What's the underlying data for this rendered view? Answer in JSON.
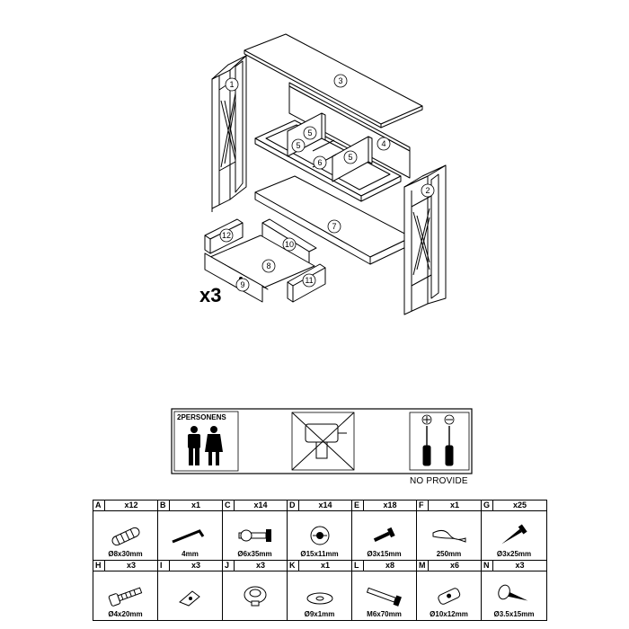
{
  "assembly": {
    "part_labels": [
      "1",
      "2",
      "3",
      "4",
      "5",
      "5",
      "5",
      "6",
      "7",
      "8",
      "9",
      "10",
      "11",
      "12"
    ],
    "drawer_quantity": "x3"
  },
  "requirements": {
    "persons_label": "2PERSONENS",
    "tools_note": "NO PROVIDE"
  },
  "hardware": [
    {
      "letter": "A",
      "count": "x12",
      "size": "Ø8x30mm",
      "icon": "dowel-icon"
    },
    {
      "letter": "B",
      "count": "x1",
      "size": "4mm",
      "icon": "allen-key-icon"
    },
    {
      "letter": "C",
      "count": "x14",
      "size": "Ø6x35mm",
      "icon": "cam-bolt-icon"
    },
    {
      "letter": "D",
      "count": "x14",
      "size": "Ø15x11mm",
      "icon": "cam-lock-icon"
    },
    {
      "letter": "E",
      "count": "x18",
      "size": "Ø3x15mm",
      "icon": "small-screw-icon"
    },
    {
      "letter": "F",
      "count": "x1",
      "size": "250mm",
      "icon": "strap-icon"
    },
    {
      "letter": "G",
      "count": "x25",
      "size": "Ø3x25mm",
      "icon": "wood-screw-icon"
    },
    {
      "letter": "H",
      "count": "x3",
      "size": "Ø4x20mm",
      "icon": "knob-bolt-icon"
    },
    {
      "letter": "I",
      "count": "x3",
      "size": "",
      "icon": "bracket-icon"
    },
    {
      "letter": "J",
      "count": "x3",
      "size": "",
      "icon": "knob-icon"
    },
    {
      "letter": "K",
      "count": "x1",
      "size": "Ø9x1mm",
      "icon": "washer-icon"
    },
    {
      "letter": "L",
      "count": "x8",
      "size": "M6x70mm",
      "icon": "long-bolt-icon"
    },
    {
      "letter": "M",
      "count": "x6",
      "size": "Ø10x12mm",
      "icon": "barrel-nut-icon"
    },
    {
      "letter": "N",
      "count": "x3",
      "size": "Ø3.5x15mm",
      "icon": "pan-screw-icon"
    }
  ]
}
